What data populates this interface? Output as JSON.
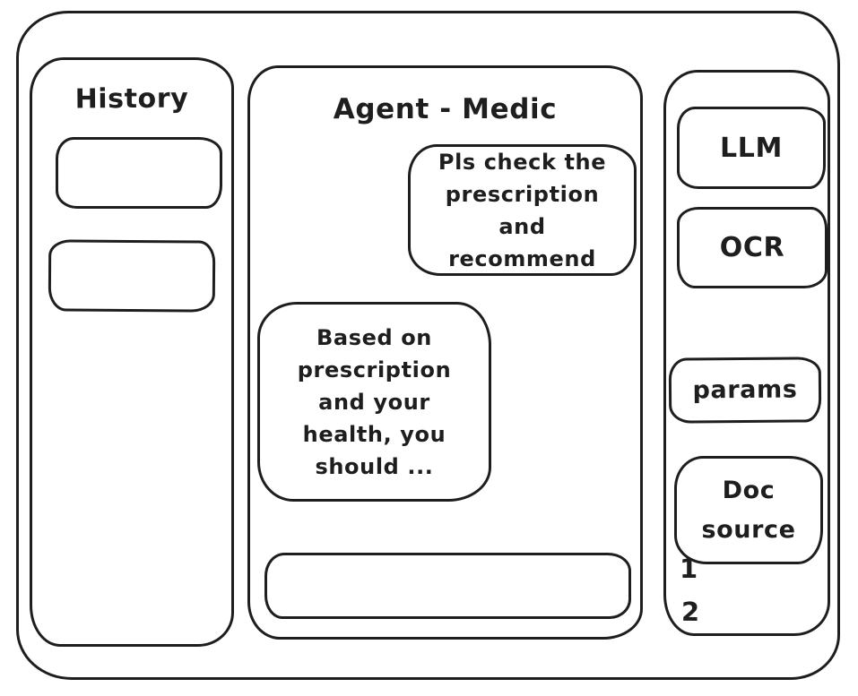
{
  "colors": {
    "ink": "#1e1e1e",
    "background": "#ffffff"
  },
  "history": {
    "title": "History",
    "items": [
      {
        "label": ""
      },
      {
        "label": ""
      }
    ]
  },
  "chat": {
    "title": "Agent - Medic",
    "messages": [
      {
        "role": "user",
        "text": "Pls check the prescription and recommend"
      },
      {
        "role": "assistant",
        "text": "Based on prescription and your health, you should ..."
      }
    ],
    "input": {
      "value": "",
      "placeholder": ""
    }
  },
  "tools": {
    "llm_label": "LLM",
    "ocr_label": "OCR",
    "params_label": "params",
    "doc_source_label": "Doc source",
    "doc_source_items": [
      "1",
      "2"
    ]
  }
}
